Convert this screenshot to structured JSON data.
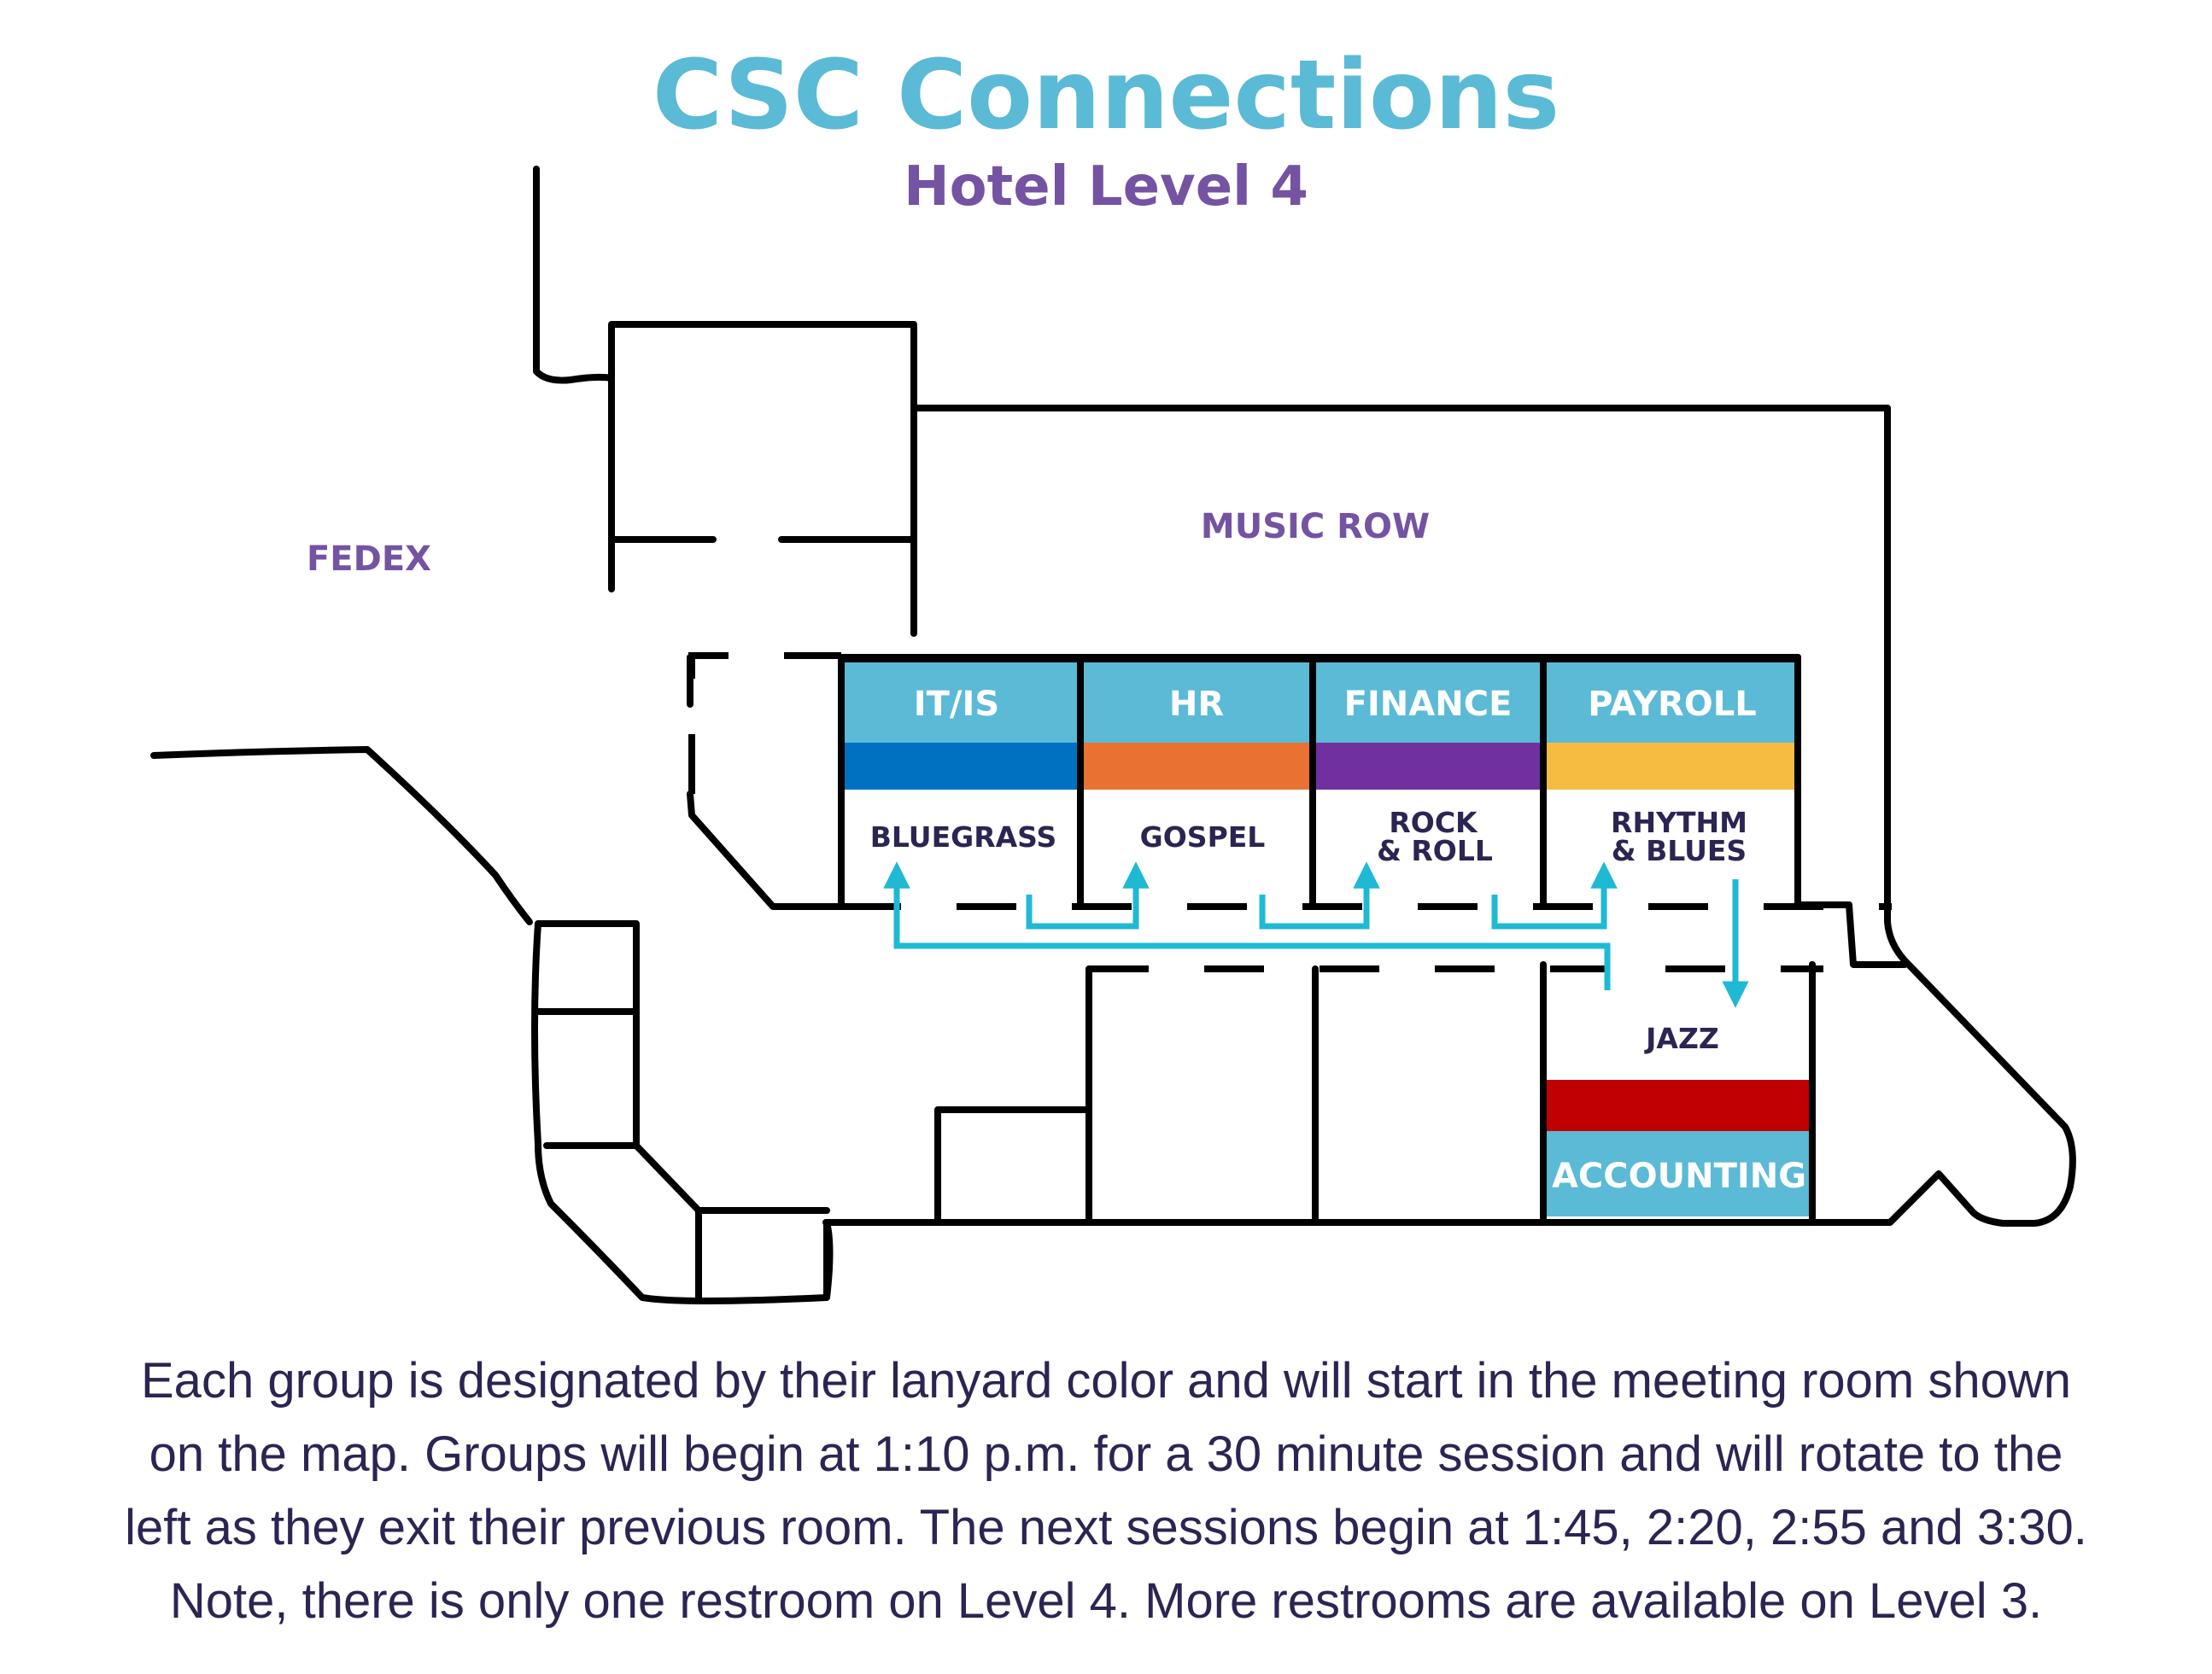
{
  "title": "CSC Connections",
  "subtitle": "Hotel Level 4",
  "colors": {
    "title": "#5bbad5",
    "subtitle": "#7453a2",
    "area_label": "#7453a2",
    "room_header": "#5bbad5",
    "arrow": "#1fb9d4",
    "wall": "#000000",
    "text": "#2b2553"
  },
  "areas": {
    "fedex": "FEDEX",
    "music_row": "MUSIC ROW"
  },
  "rooms": [
    {
      "department": "IT/IS",
      "name_line1": "BLUEGRASS",
      "name_line2": "",
      "lanyard_color": "#0070c0"
    },
    {
      "department": "HR",
      "name_line1": "GOSPEL",
      "name_line2": "",
      "lanyard_color": "#e97132"
    },
    {
      "department": "FINANCE",
      "name_line1": "ROCK",
      "name_line2": "& ROLL",
      "lanyard_color": "#7030a0"
    },
    {
      "department": "PAYROLL",
      "name_line1": "RHYTHM",
      "name_line2": "& BLUES",
      "lanyard_color": "#f6bc41"
    },
    {
      "department": "ACCOUNTING",
      "name_line1": "JAZZ",
      "name_line2": "",
      "lanyard_color": "#c00000"
    }
  ],
  "caption": [
    "Each group is designated by their lanyard color and will start in the meeting room shown",
    "on the map. Groups will begin at 1:10 p.m. for a 30 minute session and will rotate to the",
    "left as they exit their previous room. The next sessions begin at 1:45, 2:20, 2:55 and 3:30.",
    "Note, there is only one restroom on Level 4. More restrooms are available on Level 3."
  ]
}
